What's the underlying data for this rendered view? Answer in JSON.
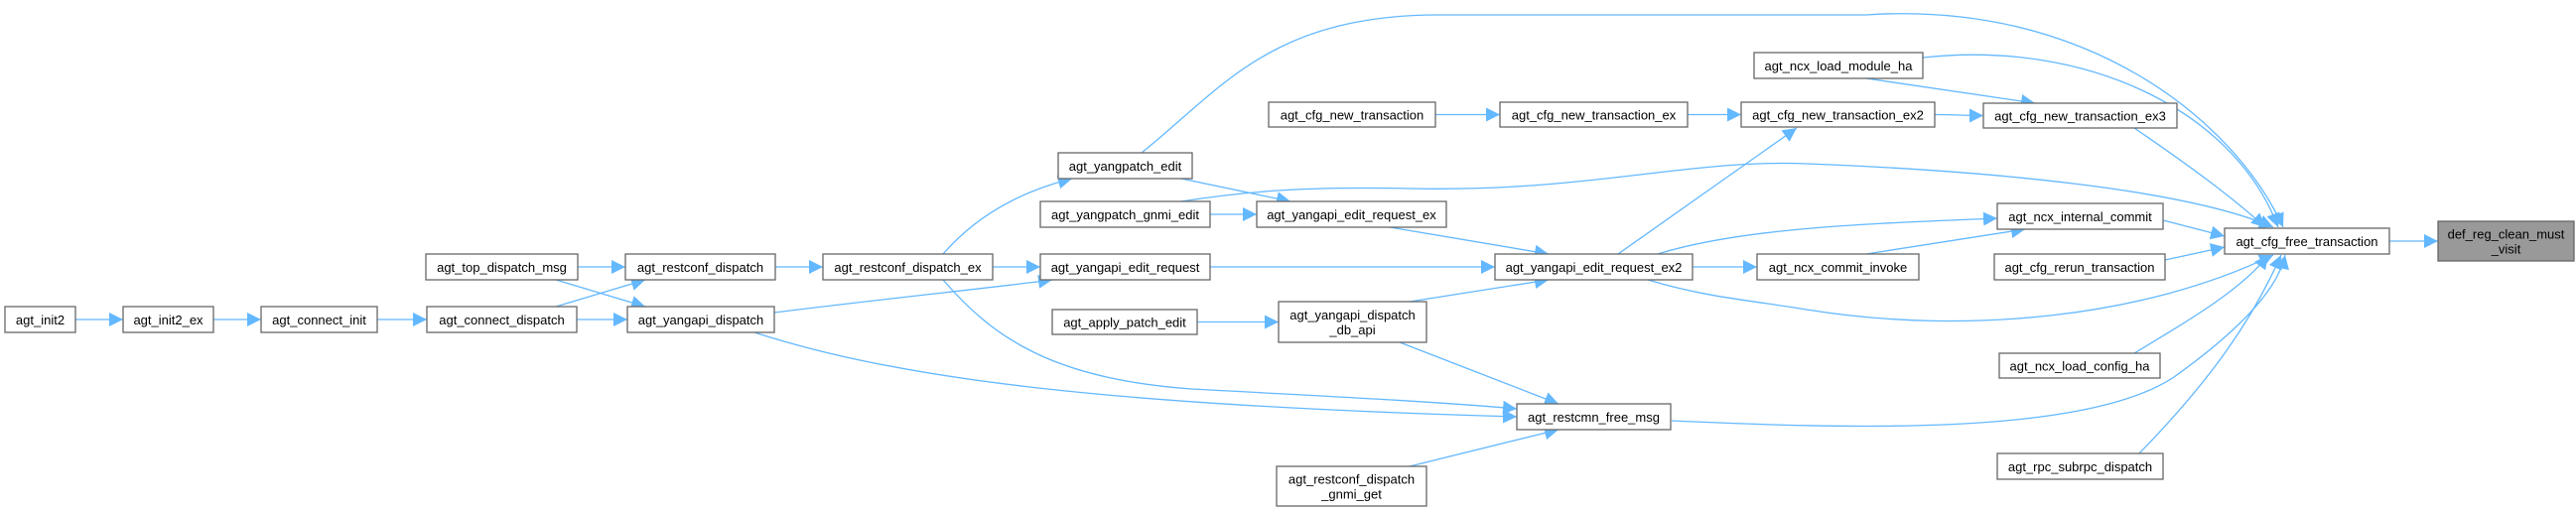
{
  "colors": {
    "edge": "#63b8ff",
    "node_border": "#666666",
    "root_fill": "#999999"
  },
  "nodes": [
    {
      "id": "init2",
      "lines": [
        "agt_init2"
      ]
    },
    {
      "id": "init2_ex",
      "lines": [
        "agt_init2_ex"
      ]
    },
    {
      "id": "connect_init",
      "lines": [
        "agt_connect_init"
      ]
    },
    {
      "id": "connect_dispatch",
      "lines": [
        "agt_connect_dispatch"
      ]
    },
    {
      "id": "top_dispatch_msg",
      "lines": [
        "agt_top_dispatch_msg"
      ]
    },
    {
      "id": "restconf_dispatch",
      "lines": [
        "agt_restconf_dispatch"
      ]
    },
    {
      "id": "yangapi_dispatch",
      "lines": [
        "agt_yangapi_dispatch"
      ]
    },
    {
      "id": "restconf_dispatch_ex",
      "lines": [
        "agt_restconf_dispatch_ex"
      ]
    },
    {
      "id": "yangpatch_edit",
      "lines": [
        "agt_yangpatch_edit"
      ]
    },
    {
      "id": "yangpatch_gnmi_edit",
      "lines": [
        "agt_yangpatch_gnmi_edit"
      ]
    },
    {
      "id": "yangapi_edit_request",
      "lines": [
        "agt_yangapi_edit_request"
      ]
    },
    {
      "id": "apply_patch_edit",
      "lines": [
        "agt_apply_patch_edit"
      ]
    },
    {
      "id": "yangapi_dispatch_db_api",
      "lines": [
        "agt_yangapi_dispatch",
        "_db_api"
      ]
    },
    {
      "id": "restconf_dispatch_gnmi_get",
      "lines": [
        "agt_restconf_dispatch",
        "_gnmi_get"
      ]
    },
    {
      "id": "yangapi_edit_request_ex",
      "lines": [
        "agt_yangapi_edit_request_ex"
      ]
    },
    {
      "id": "cfg_new_transaction",
      "lines": [
        "agt_cfg_new_transaction"
      ]
    },
    {
      "id": "cfg_new_transaction_ex",
      "lines": [
        "agt_cfg_new_transaction_ex"
      ]
    },
    {
      "id": "yangapi_edit_request_ex2",
      "lines": [
        "agt_yangapi_edit_request_ex2"
      ]
    },
    {
      "id": "restcmn_free_msg",
      "lines": [
        "agt_restcmn_free_msg"
      ]
    },
    {
      "id": "ncx_load_module_ha",
      "lines": [
        "agt_ncx_load_module_ha"
      ]
    },
    {
      "id": "cfg_new_transaction_ex2",
      "lines": [
        "agt_cfg_new_transaction_ex2"
      ]
    },
    {
      "id": "ncx_commit_invoke",
      "lines": [
        "agt_ncx_commit_invoke"
      ]
    },
    {
      "id": "cfg_new_transaction_ex3",
      "lines": [
        "agt_cfg_new_transaction_ex3"
      ]
    },
    {
      "id": "ncx_internal_commit",
      "lines": [
        "agt_ncx_internal_commit"
      ]
    },
    {
      "id": "cfg_rerun_transaction",
      "lines": [
        "agt_cfg_rerun_transaction"
      ]
    },
    {
      "id": "ncx_load_config_ha",
      "lines": [
        "agt_ncx_load_config_ha"
      ]
    },
    {
      "id": "rpc_subrpc_dispatch",
      "lines": [
        "agt_rpc_subrpc_dispatch"
      ]
    },
    {
      "id": "cfg_free_transaction",
      "lines": [
        "agt_cfg_free_transaction"
      ]
    },
    {
      "id": "def_reg_clean_must_visit",
      "lines": [
        "def_reg_clean_must",
        "_visit"
      ],
      "root": true
    }
  ],
  "edges": [
    [
      "init2",
      "init2_ex"
    ],
    [
      "init2_ex",
      "connect_init"
    ],
    [
      "connect_init",
      "connect_dispatch"
    ],
    [
      "connect_dispatch",
      "restconf_dispatch"
    ],
    [
      "connect_dispatch",
      "yangapi_dispatch"
    ],
    [
      "top_dispatch_msg",
      "restconf_dispatch"
    ],
    [
      "top_dispatch_msg",
      "yangapi_dispatch"
    ],
    [
      "restconf_dispatch",
      "restconf_dispatch_ex"
    ],
    [
      "restconf_dispatch_ex",
      "yangpatch_edit"
    ],
    [
      "restconf_dispatch_ex",
      "yangapi_edit_request"
    ],
    [
      "restconf_dispatch_ex",
      "restcmn_free_msg"
    ],
    [
      "yangapi_dispatch",
      "yangapi_edit_request"
    ],
    [
      "yangapi_dispatch",
      "restcmn_free_msg"
    ],
    [
      "yangpatch_edit",
      "yangapi_edit_request_ex"
    ],
    [
      "yangpatch_edit",
      "cfg_free_transaction"
    ],
    [
      "yangpatch_gnmi_edit",
      "yangapi_edit_request_ex"
    ],
    [
      "yangpatch_gnmi_edit",
      "cfg_free_transaction"
    ],
    [
      "yangapi_edit_request",
      "yangapi_edit_request_ex2"
    ],
    [
      "yangapi_edit_request_ex",
      "yangapi_edit_request_ex2"
    ],
    [
      "apply_patch_edit",
      "yangapi_dispatch_db_api"
    ],
    [
      "yangapi_dispatch_db_api",
      "yangapi_edit_request_ex2"
    ],
    [
      "yangapi_dispatch_db_api",
      "restcmn_free_msg"
    ],
    [
      "restconf_dispatch_gnmi_get",
      "restcmn_free_msg"
    ],
    [
      "yangapi_edit_request_ex2",
      "cfg_new_transaction_ex2"
    ],
    [
      "yangapi_edit_request_ex2",
      "ncx_commit_invoke"
    ],
    [
      "yangapi_edit_request_ex2",
      "ncx_internal_commit"
    ],
    [
      "yangapi_edit_request_ex2",
      "cfg_free_transaction"
    ],
    [
      "cfg_new_transaction",
      "cfg_new_transaction_ex"
    ],
    [
      "cfg_new_transaction_ex",
      "cfg_new_transaction_ex2"
    ],
    [
      "cfg_new_transaction_ex2",
      "cfg_new_transaction_ex3"
    ],
    [
      "ncx_load_module_ha",
      "cfg_new_transaction_ex3"
    ],
    [
      "ncx_load_module_ha",
      "cfg_free_transaction"
    ],
    [
      "cfg_new_transaction_ex3",
      "cfg_free_transaction"
    ],
    [
      "ncx_commit_invoke",
      "ncx_internal_commit"
    ],
    [
      "ncx_internal_commit",
      "cfg_free_transaction"
    ],
    [
      "cfg_rerun_transaction",
      "cfg_free_transaction"
    ],
    [
      "ncx_load_config_ha",
      "cfg_free_transaction"
    ],
    [
      "rpc_subrpc_dispatch",
      "cfg_free_transaction"
    ],
    [
      "restcmn_free_msg",
      "cfg_free_transaction"
    ],
    [
      "cfg_free_transaction",
      "def_reg_clean_must_visit"
    ]
  ]
}
